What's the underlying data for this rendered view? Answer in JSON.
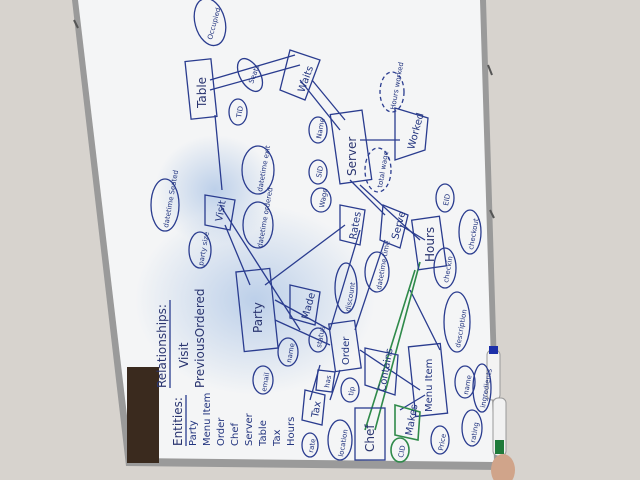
{
  "board": {
    "sidebar": {
      "entities_heading": "Entities:",
      "entities": [
        "Party",
        "Menu Item",
        "Order",
        "Chef",
        "Server",
        "Table",
        "Tax",
        "Hours"
      ],
      "relationships_heading": "Relationships:",
      "relationships": [
        "Visit",
        "PreviousOrdered"
      ]
    },
    "entities": {
      "table": "Table",
      "waits": "Waits",
      "server": "Server",
      "worked": "Worked",
      "visit": "Visit",
      "rates": "Rates",
      "serve": "Serve",
      "hours": "Hours",
      "party": "Party",
      "made": "Made",
      "order": "Order",
      "contains": "Contains",
      "menu_item": "Menu Item",
      "chef": "Chef",
      "makes": "Makes",
      "tax": "Tax",
      "has": "has"
    },
    "attributes": {
      "occupied": "Occupied",
      "seats": "Seats",
      "tid": "TID",
      "name_server": "Name",
      "sid": "SID",
      "wage": "Wage",
      "total_wage": "total wage",
      "hours_worked": "Hours worked",
      "datetime_seated": "datetime Seated",
      "datetime_exit": "datetime exit",
      "datetime_ordered": "datetime ordered",
      "party_size": "party size",
      "discount": "discount",
      "email": "email",
      "name_party": "name",
      "eid": "EID",
      "checkin": "checkin",
      "checkout": "checkout",
      "description": "description",
      "name_menu": "name",
      "ingredients": "ingredients",
      "rating": "rating",
      "price": "Price",
      "tip": "tip",
      "location": "location",
      "rate": "rate",
      "cid": "CID",
      "datetime_time": "datetime time",
      "status": "status"
    }
  }
}
